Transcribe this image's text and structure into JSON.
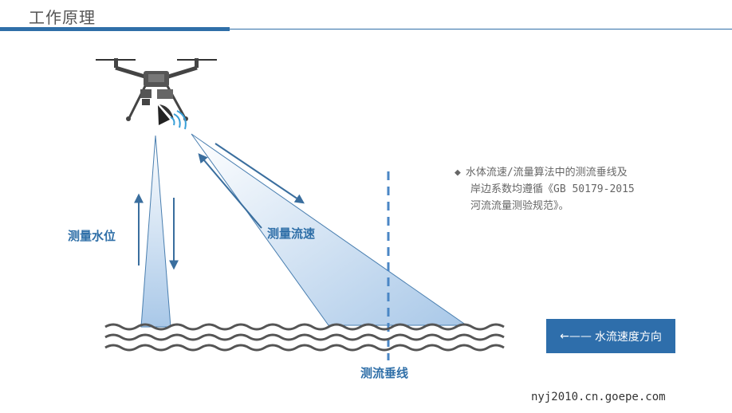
{
  "header": {
    "title": "工作原理"
  },
  "labels": {
    "water_level": "测量水位",
    "flow_speed": "测量流速",
    "vertical_line": "测流垂线"
  },
  "note": {
    "lines": [
      "水体流速/流量算法中的测流垂线及",
      "岸边系数均遵循《GB 50179-2015",
      "河流流量测验规范》。"
    ]
  },
  "flow_button": {
    "label": "水流速度方向",
    "arrow": "←——"
  },
  "footer": {
    "text": "nyj2010.cn.goepe.com"
  },
  "colors": {
    "accent": "#2f6fa8",
    "beam_fill": "#b9d3ec",
    "water": "#555555",
    "drone": "#4a4a4a"
  },
  "icons": [
    "drone-icon",
    "radar-sensor-icon",
    "bullet-diamond-icon"
  ]
}
